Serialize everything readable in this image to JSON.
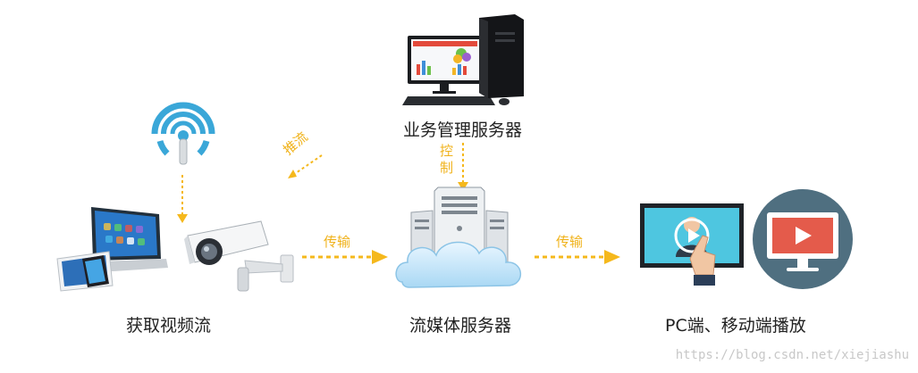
{
  "nodes": {
    "source": {
      "label": "获取视频流"
    },
    "stream_server": {
      "label": "流媒体服务器"
    },
    "mgmt_server": {
      "label": "业务管理服务器"
    },
    "client": {
      "label": "PC端、移动端播放"
    }
  },
  "arrows": {
    "source_to_server": "传输",
    "server_to_client": "传输",
    "mgmt_to_server_char1": "控",
    "mgmt_to_server_char2": "制",
    "feedback": "推流"
  },
  "watermark": "https://blog.csdn.net/xiejiashu",
  "colors": {
    "arrow": "#f5b81c",
    "wifi": "#3aa7d8",
    "screen": "#4ec6e0",
    "play": "#e45b4b"
  }
}
